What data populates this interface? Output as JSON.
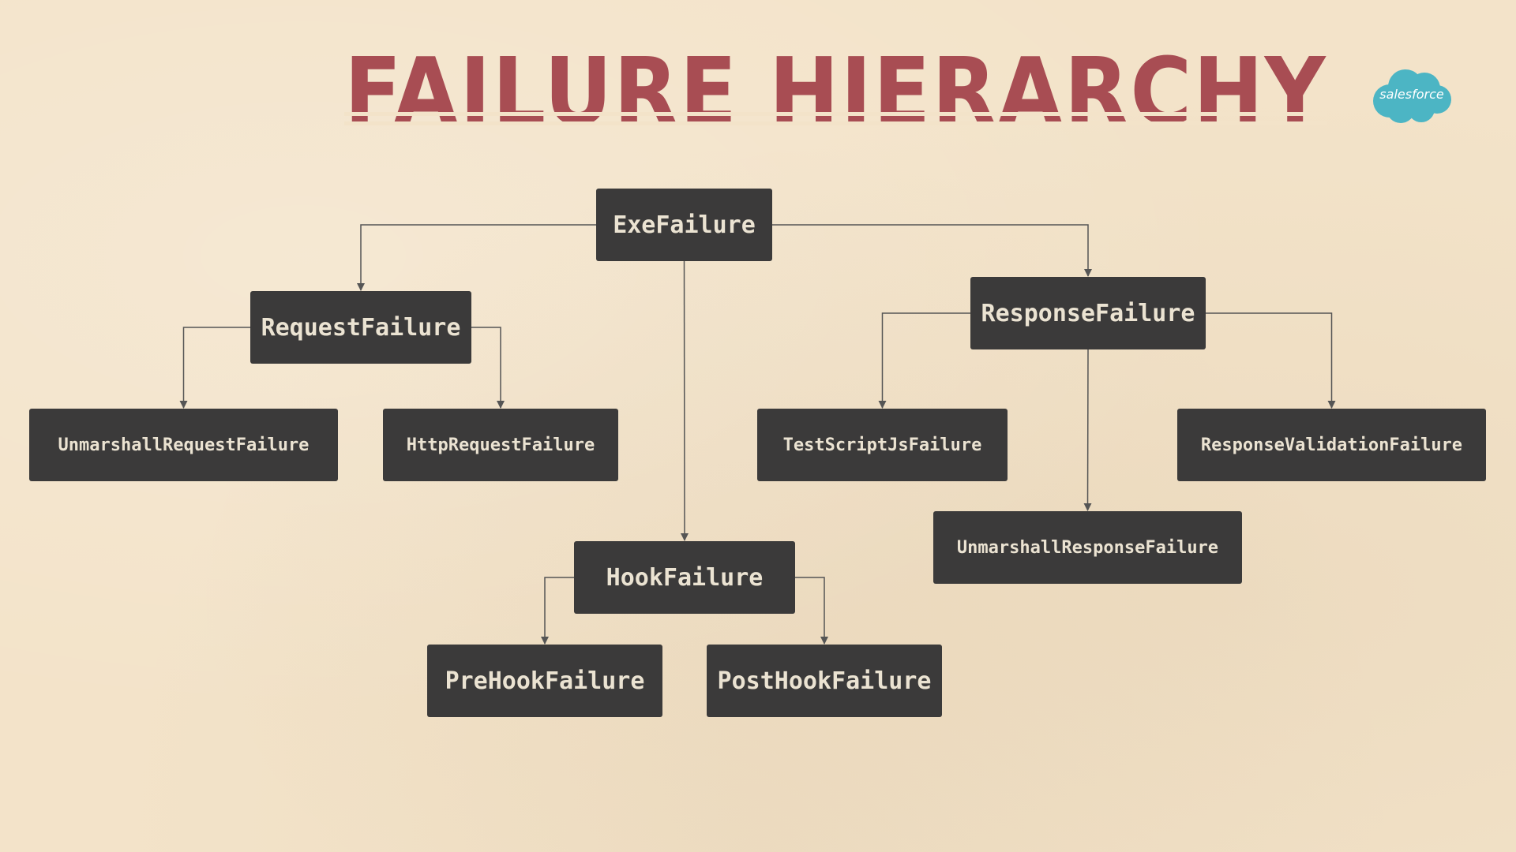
{
  "title": "FAILURE HIERARCHY",
  "logo": {
    "text": "salesforce",
    "color": "#4cb5c4"
  },
  "colors": {
    "title": "#a84d53",
    "node_background": "#3b3a3a",
    "node_text": "#ebe3d2",
    "connector": "#555555",
    "background": "#f3e3c9"
  },
  "nodes": {
    "exe": "ExeFailure",
    "request": "RequestFailure",
    "response": "ResponseFailure",
    "unmarshall_request": "UnmarshallRequestFailure",
    "http_request": "HttpRequestFailure",
    "test_script_js": "TestScriptJsFailure",
    "response_validation": "ResponseValidationFailure",
    "unmarshall_response": "UnmarshallResponseFailure",
    "hook": "HookFailure",
    "pre_hook": "PreHookFailure",
    "post_hook": "PostHookFailure"
  },
  "edges": [
    [
      "exe",
      "request"
    ],
    [
      "exe",
      "response"
    ],
    [
      "exe",
      "hook"
    ],
    [
      "request",
      "unmarshall_request"
    ],
    [
      "request",
      "http_request"
    ],
    [
      "response",
      "test_script_js"
    ],
    [
      "response",
      "response_validation"
    ],
    [
      "response",
      "unmarshall_response"
    ],
    [
      "hook",
      "pre_hook"
    ],
    [
      "hook",
      "post_hook"
    ]
  ]
}
